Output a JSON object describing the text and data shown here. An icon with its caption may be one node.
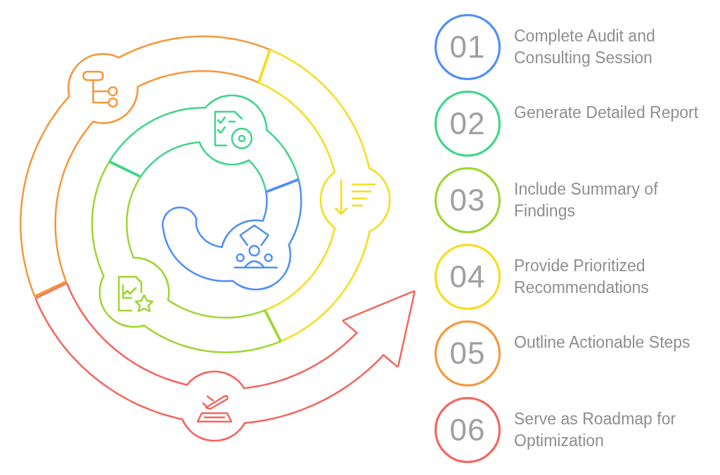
{
  "diagram": {
    "nodes": [
      {
        "text": [
          "01"
        ],
        "beside": [
          "Complete Audit and Consulting Session"
        ]
      },
      {
        "text": [
          "02"
        ],
        "beside": [
          "Generate Detailed Report"
        ]
      },
      {
        "text": [
          "03"
        ],
        "beside": [
          "Include Summary of Findings"
        ]
      },
      {
        "text": [
          "04"
        ],
        "beside": [
          "Provide Prioritized Recommendations"
        ]
      },
      {
        "text": [
          "05"
        ],
        "beside": [
          "Outline Actionable Steps"
        ]
      },
      {
        "text": [
          "06"
        ],
        "beside": [
          "Serve as Roadmap for Optimization"
        ]
      }
    ]
  }
}
